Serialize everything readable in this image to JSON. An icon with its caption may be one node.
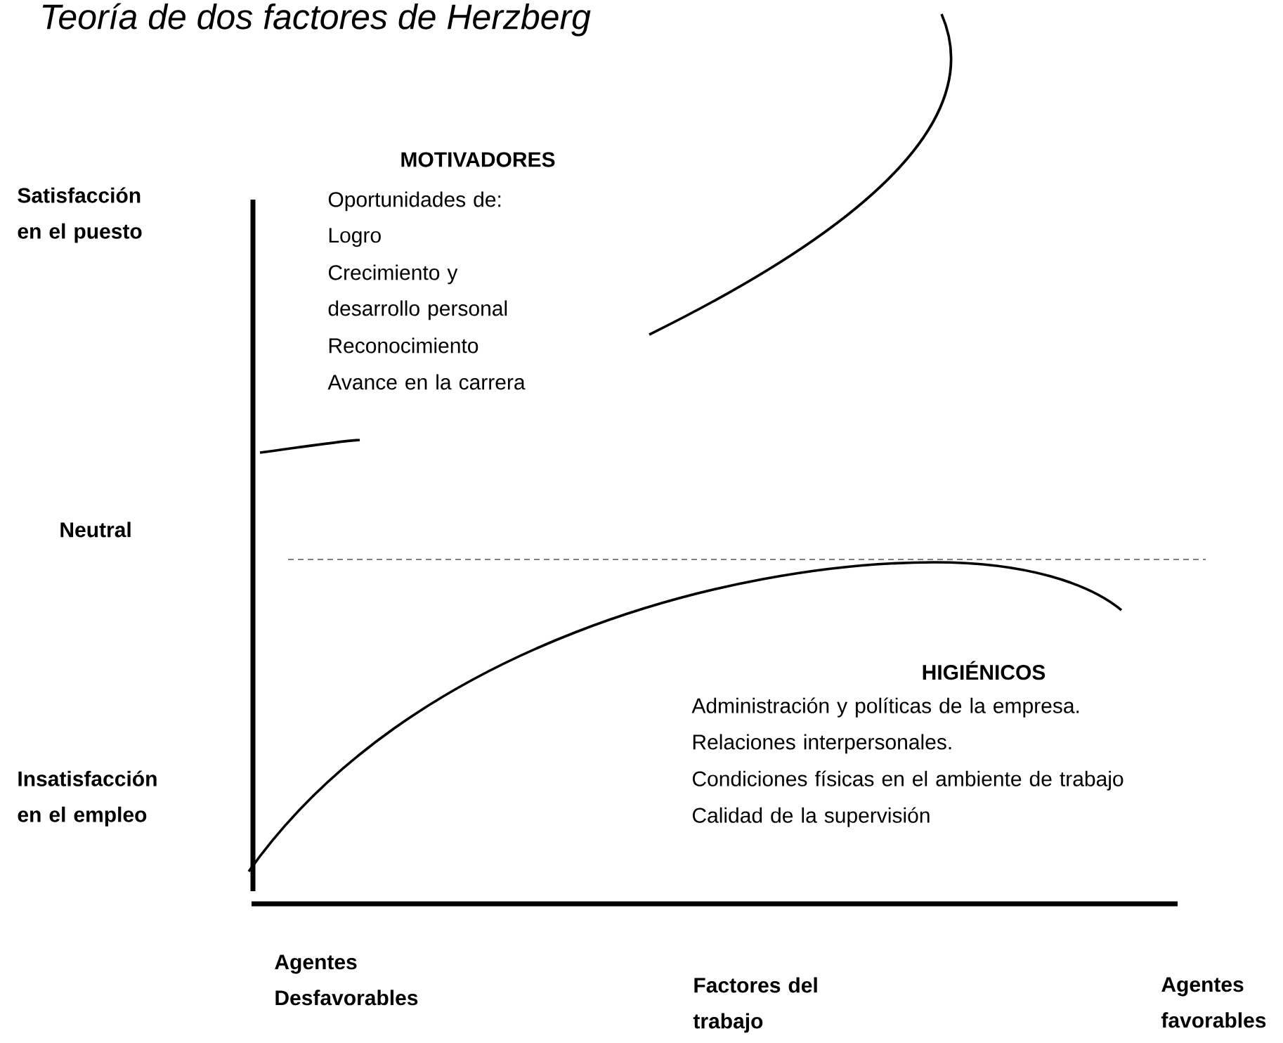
{
  "diagram": {
    "title": "Teoría de dos factores de Herzberg",
    "labels": [
      "MOTIVADORES",
      "Oportunidades de:",
      "Logro",
      "Crecimiento y desarrollo personal",
      "Reconocimiento",
      "Avance en la carrera",
      "Satisfacción en el puesto",
      "Neutral",
      "Insatisfacción en el empleo",
      "HIGIÉNICOS",
      "Administración y políticas de la empresa.",
      "Relaciones interpersonales.",
      "Condiciones físicas en el ambiente de trabajo",
      "Calidad de la supervisión",
      "Agentes Desfavorables",
      "Factores del trabajo",
      "Agentes favorables"
    ]
  }
}
